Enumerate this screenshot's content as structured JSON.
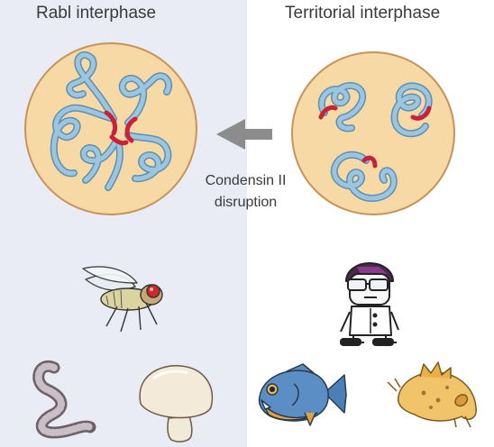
{
  "panels": {
    "left_title": "Rabl interphase",
    "right_title": "Territorial interphase"
  },
  "arrow": {
    "line1": "Condensin II",
    "line2": "disruption"
  },
  "colors": {
    "left_background": "#e9ecf5",
    "nucleus_fill": "#f6d9a4",
    "nucleus_outline": "#c69458",
    "chromosome": "#9cc6df",
    "chromosome_outline": "#5d8fb3",
    "centromere": "#c9213a",
    "arrow": "#8c8c8c"
  },
  "icons": {
    "left_organisms": [
      "fruit-fly-icon",
      "nematode-worm-icon",
      "mushroom-icon"
    ],
    "right_organisms": [
      "scientist-human-icon",
      "piranha-fish-icon",
      "sea-slug-icon"
    ]
  }
}
